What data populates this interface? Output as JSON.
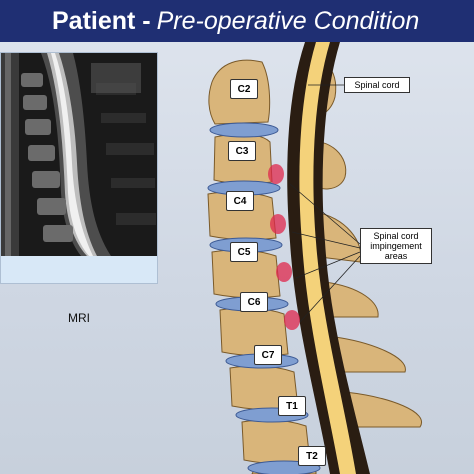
{
  "header": {
    "title_bold": "Patient -",
    "title_italic": "Pre-operative Condition"
  },
  "mri": {
    "label": "MRI"
  },
  "vertebrae": [
    "C2",
    "C3",
    "C4",
    "C5",
    "C6",
    "C7",
    "T1",
    "T2"
  ],
  "callouts": {
    "spinal_cord": "Spinal cord",
    "impingement": [
      "Spinal cord",
      "impingement",
      "areas"
    ]
  },
  "colors": {
    "header_bg": "#1f2f73",
    "bone": "#d9b57a",
    "disc": "#7f9ed1",
    "cord": "#f4d27a",
    "impingement": "#e0284d"
  }
}
